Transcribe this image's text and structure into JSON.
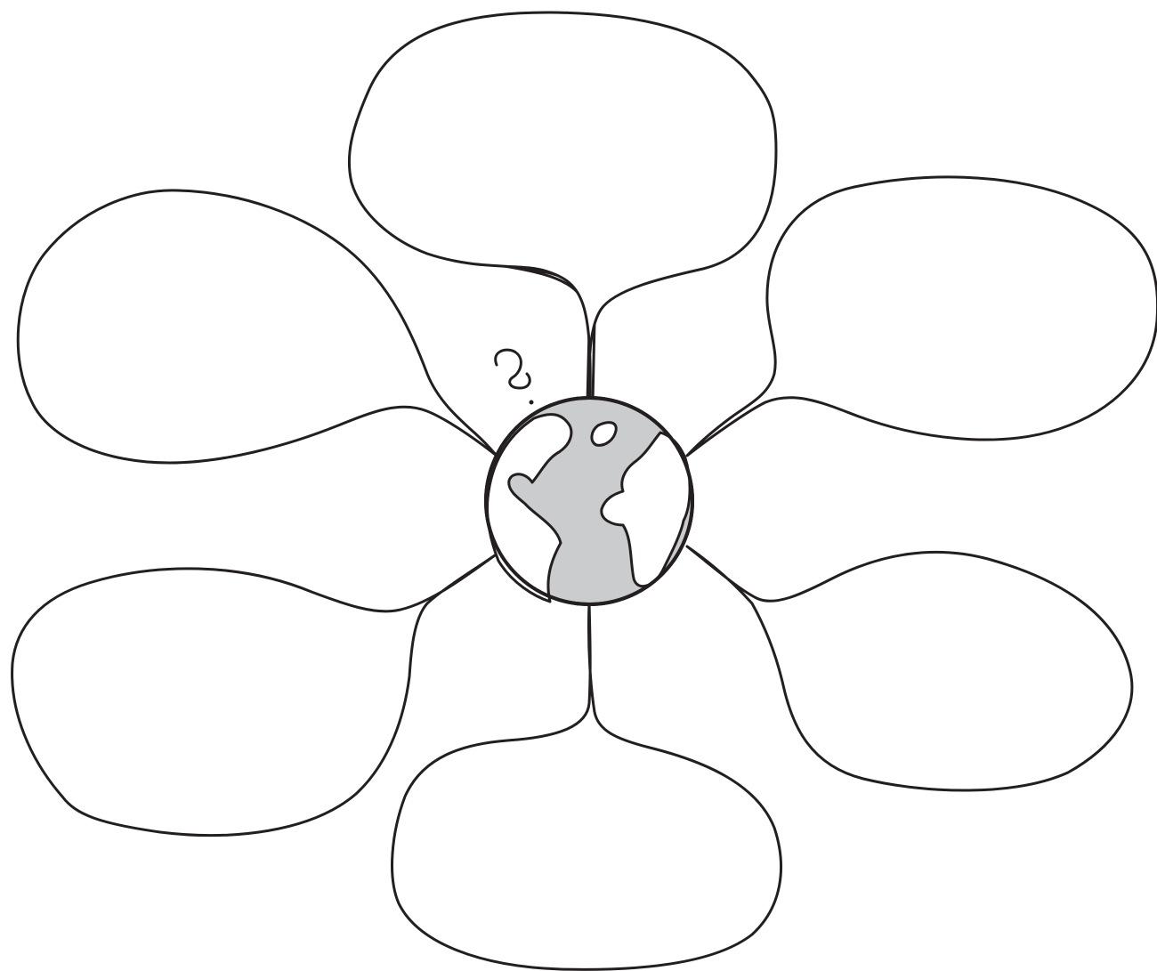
{
  "diagram": {
    "type": "graphic-organizer-flower",
    "petal_count": 6,
    "petals": [
      {
        "id": "top",
        "text": ""
      },
      {
        "id": "upper-right",
        "text": ""
      },
      {
        "id": "lower-right",
        "text": ""
      },
      {
        "id": "bottom",
        "text": ""
      },
      {
        "id": "lower-left",
        "text": ""
      },
      {
        "id": "upper-left",
        "text": ""
      }
    ],
    "center": {
      "icon": "globe-icon",
      "ocean_color": "#cbcccd",
      "land_color": "#ffffff"
    },
    "decoration": {
      "icon": "question-mark-icon"
    },
    "colors": {
      "line": "#231f20",
      "background": "#ffffff",
      "petal_fill": "#ffffff"
    }
  }
}
